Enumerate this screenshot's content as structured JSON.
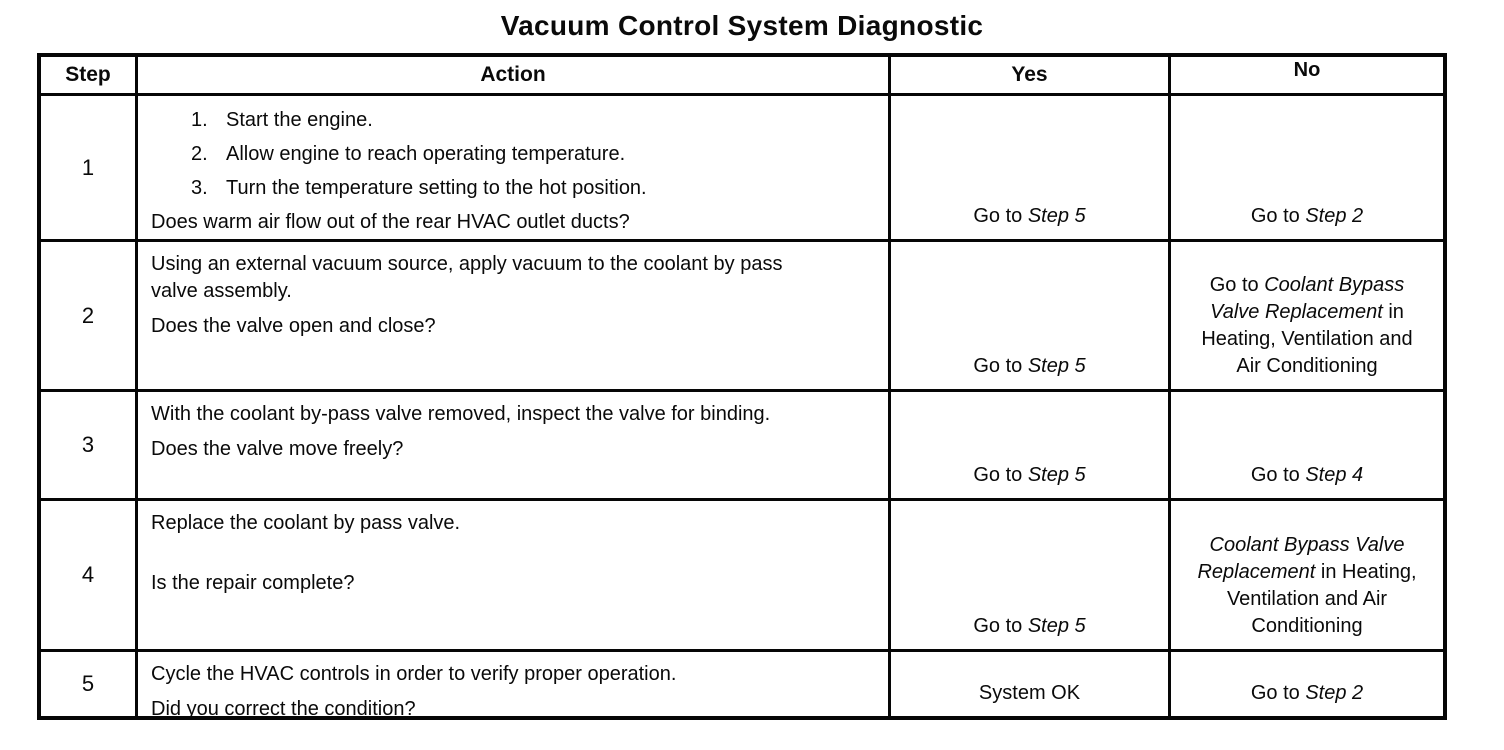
{
  "title": "Vacuum Control System Diagnostic",
  "colors": {
    "ink": "#0a0a0a",
    "paper": "#ffffff"
  },
  "table": {
    "headers": {
      "step": "Step",
      "action": "Action",
      "yes": "Yes",
      "no": "No"
    },
    "rows": [
      {
        "step": "1",
        "action": {
          "list": [
            "Start the engine.",
            "Allow engine to reach operating temperature.",
            "Turn the temperature setting to the hot position."
          ],
          "paragraphs": [],
          "question": "Does warm air flow out of the rear HVAC outlet ducts?"
        },
        "yes": [
          {
            "t": "Go to ",
            "i": false
          },
          {
            "t": "Step 5",
            "i": true
          }
        ],
        "no": [
          {
            "t": "Go to ",
            "i": false
          },
          {
            "t": "Step 2",
            "i": true
          }
        ]
      },
      {
        "step": "2",
        "action": {
          "list": [],
          "paragraphs": [
            "Using an external vacuum source, apply vacuum to the coolant by pass valve assembly."
          ],
          "question": "Does the valve open and close?"
        },
        "yes": [
          {
            "t": "Go to ",
            "i": false
          },
          {
            "t": "Step 5",
            "i": true
          }
        ],
        "no": [
          {
            "t": "Go to ",
            "i": false
          },
          {
            "t": "Coolant Bypass Valve Replacement",
            "i": true
          },
          {
            "t": " in Heating, Ventilation and Air Conditioning",
            "i": false
          }
        ]
      },
      {
        "step": "3",
        "action": {
          "list": [],
          "paragraphs": [
            "With the coolant by-pass valve removed, inspect the valve for binding."
          ],
          "question": "Does the valve move freely?"
        },
        "yes": [
          {
            "t": "Go to ",
            "i": false
          },
          {
            "t": "Step 5",
            "i": true
          }
        ],
        "no": [
          {
            "t": "Go to ",
            "i": false
          },
          {
            "t": "Step 4",
            "i": true
          }
        ]
      },
      {
        "step": "4",
        "action": {
          "list": [],
          "paragraphs": [
            "Replace the coolant by pass valve."
          ],
          "question": "Is the repair complete?"
        },
        "yes": [
          {
            "t": "Go to ",
            "i": false
          },
          {
            "t": "Step 5",
            "i": true
          }
        ],
        "no": [
          {
            "t": "Coolant Bypass Valve Replacement",
            "i": true
          },
          {
            "t": " in Heating, Ventilation and Air Conditioning",
            "i": false
          }
        ]
      },
      {
        "step": "5",
        "action": {
          "list": [],
          "paragraphs": [
            "Cycle the HVAC controls in order to verify proper operation."
          ],
          "question": "Did you correct the condition?"
        },
        "yes": [
          {
            "t": "System OK",
            "i": false
          }
        ],
        "no": [
          {
            "t": "Go to ",
            "i": false
          },
          {
            "t": "Step 2",
            "i": true
          }
        ]
      }
    ]
  }
}
